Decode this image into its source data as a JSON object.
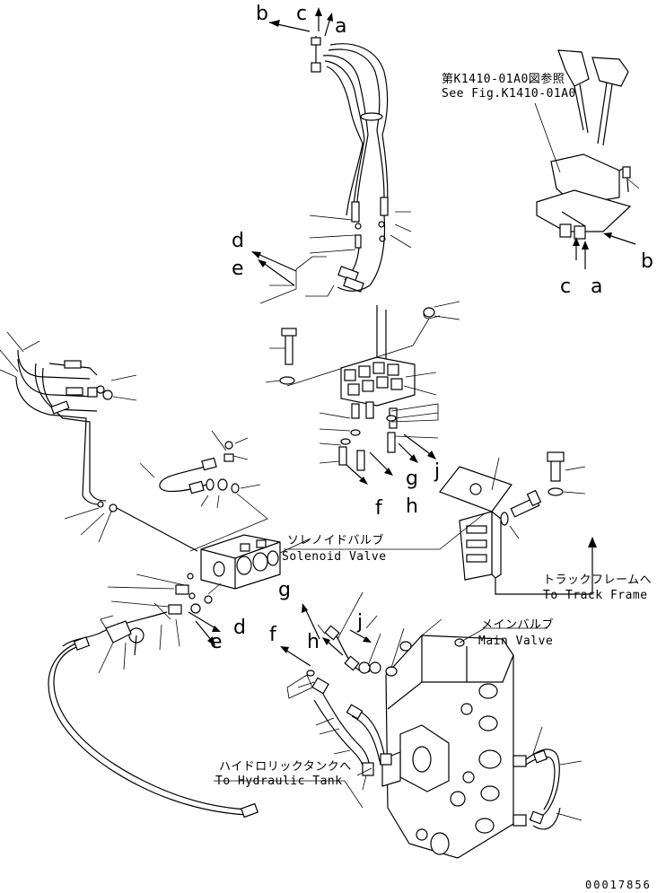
{
  "references": {
    "fig_ref_jp": "第K1410-01A0図参照",
    "fig_ref_en": "See Fig.K1410-01A0"
  },
  "components": {
    "solenoid_jp": "ソレノイドバルブ",
    "solenoid_en": "Solenoid Valve",
    "main_valve_jp": "メインバルブ",
    "main_valve_en": "Main Valve",
    "track_frame_jp": "トラックフレームへ",
    "track_frame_en": "To Track Frame",
    "hyd_tank_jp": "ハイドロリックタンクへ",
    "hyd_tank_en": "To Hydraulic Tank"
  },
  "connection_letters": {
    "top_b": "b",
    "top_c": "c",
    "top_a": "a",
    "lever_c": "c",
    "lever_a": "a",
    "lever_b": "b",
    "left_d": "d",
    "left_e": "e",
    "block_g": "g",
    "block_j": "j",
    "block_f": "f",
    "block_h": "h",
    "sol_d": "d",
    "sol_e": "e",
    "mv_g": "g",
    "mv_j": "j",
    "mv_f": "f",
    "mv_h": "h"
  },
  "drawing_number": "00017856"
}
